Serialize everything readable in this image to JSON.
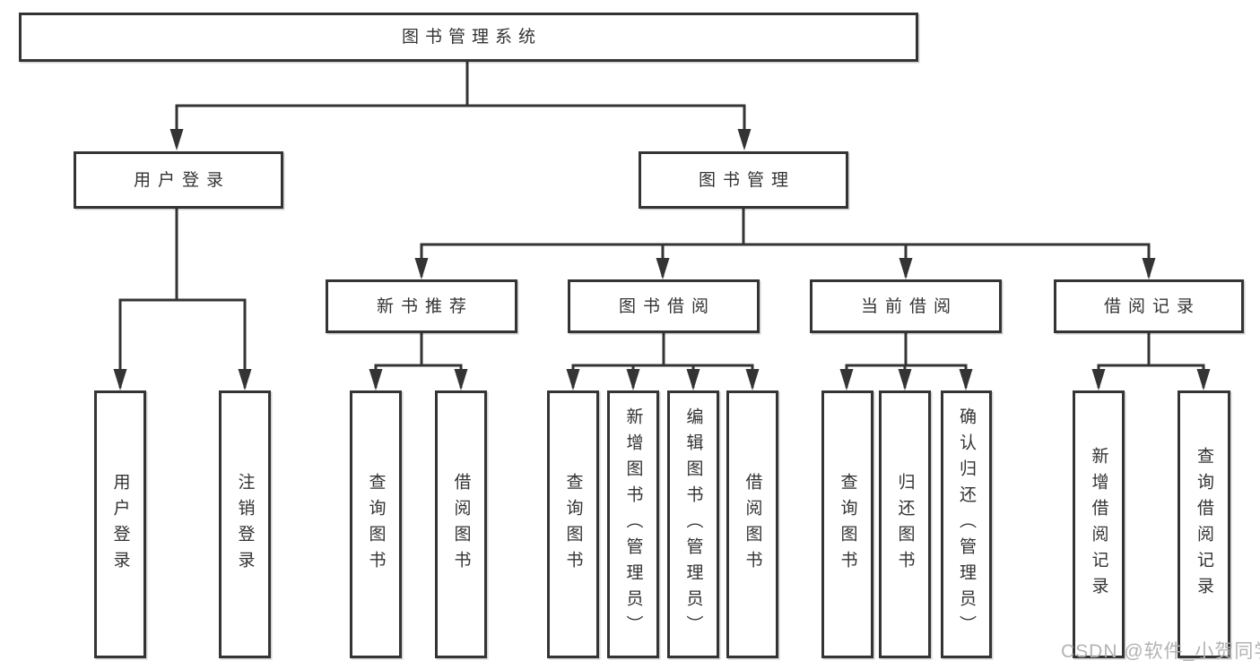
{
  "diagram": {
    "root": {
      "label": "图书管理系统"
    },
    "branches": [
      {
        "label": "用户登录",
        "children": [
          {
            "label": "用户登录"
          },
          {
            "label": "注销登录"
          }
        ]
      },
      {
        "label": "图书管理",
        "children": [
          {
            "label": "新书推荐",
            "children": [
              {
                "label": "查询图书"
              },
              {
                "label": "借阅图书"
              }
            ]
          },
          {
            "label": "图书借阅",
            "children": [
              {
                "label": "查询图书"
              },
              {
                "label": "新增图书（管理员）"
              },
              {
                "label": "编辑图书（管理员）"
              },
              {
                "label": "借阅图书"
              }
            ]
          },
          {
            "label": "当前借阅",
            "children": [
              {
                "label": "查询图书"
              },
              {
                "label": "归还图书"
              },
              {
                "label": "确认归还（管理员）"
              }
            ]
          },
          {
            "label": "借阅记录",
            "children": [
              {
                "label": "新增借阅记录"
              },
              {
                "label": "查询借阅记录"
              }
            ]
          }
        ]
      }
    ]
  },
  "watermark": {
    "text": "CSDN @软件_小贺同学"
  },
  "colors": {
    "line": "#343434",
    "text": "#333333",
    "watermark": "#b3b3b3",
    "background": "#ffffff"
  }
}
